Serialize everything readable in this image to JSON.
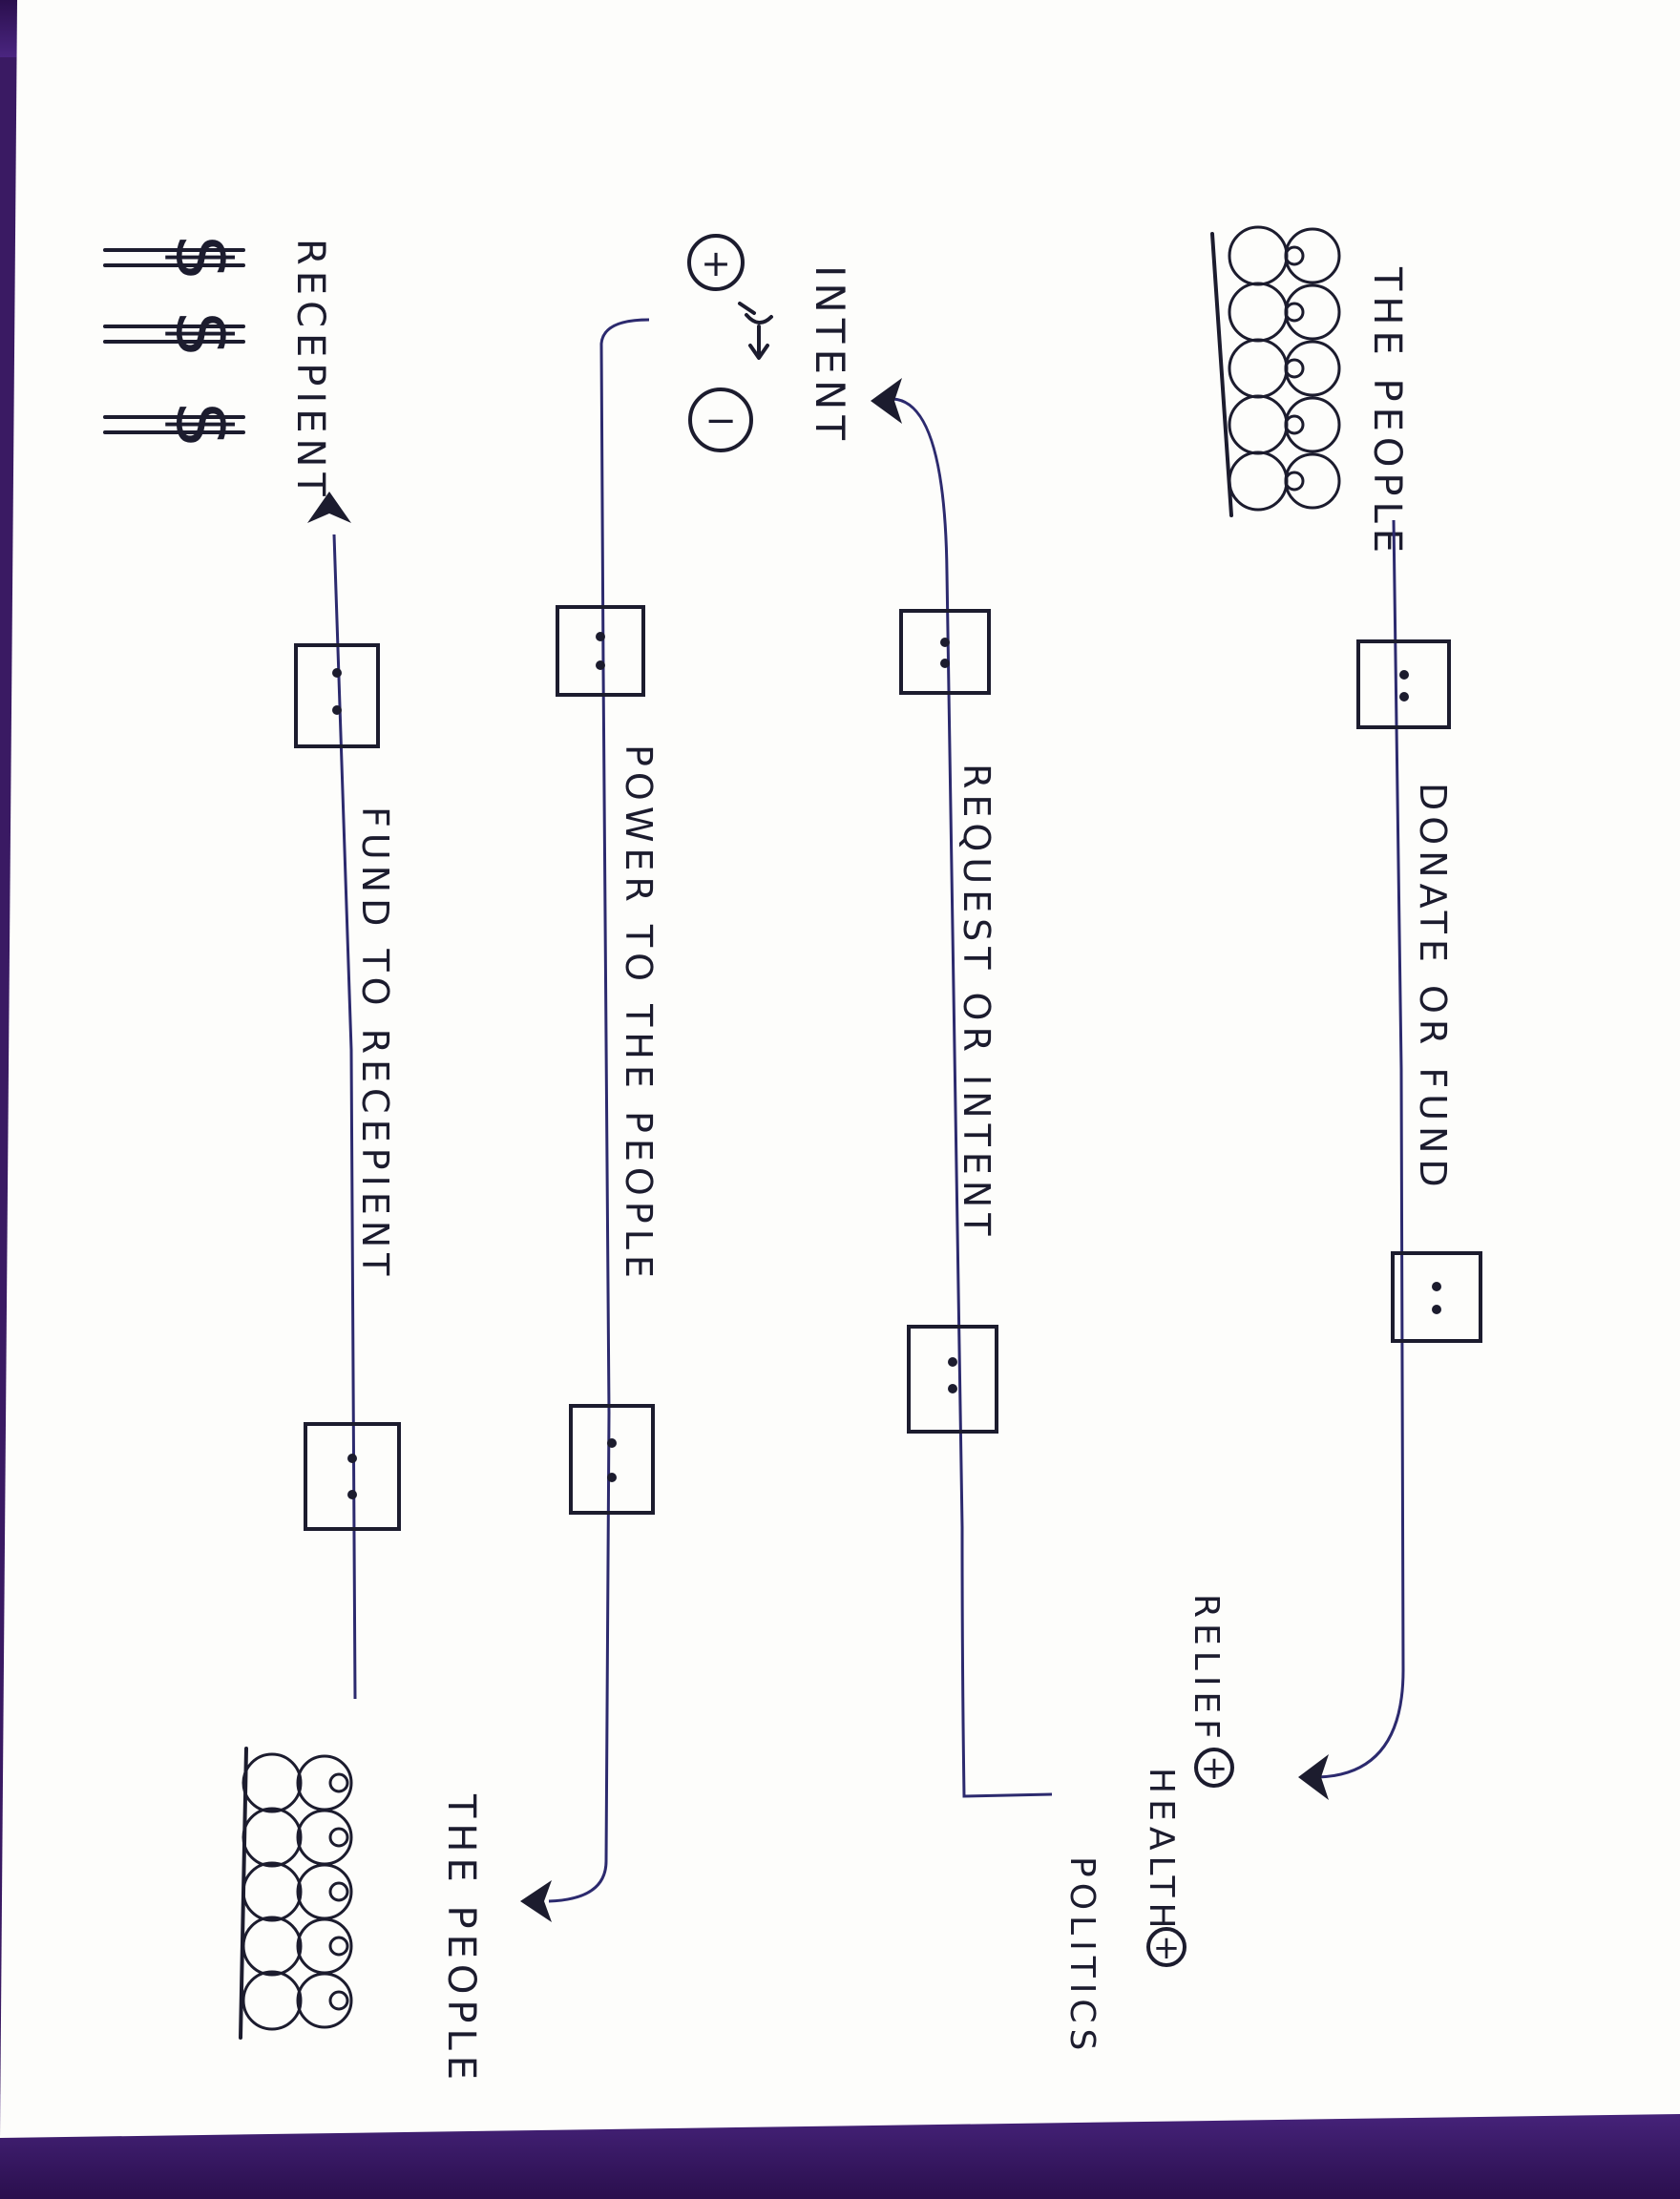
{
  "diagram": {
    "source_people_label": "THE PEOPLE",
    "intent_label": "INTENT",
    "recipient_label": "RECEPIENT",
    "target_people_label": "THE PEOPLE",
    "flows": {
      "donate": "DONATE  OR  FUND",
      "request": "REQUEST  OR  INTENT",
      "power": "POWER  TO  THE  PEOPLE",
      "fund": "FUND  TO  RECEPIENT"
    },
    "outcomes": {
      "relief": "RELIEF",
      "health": "HEALTH",
      "politics": "POLITICS"
    },
    "intent_signs": {
      "positive": "+",
      "negative": "−"
    },
    "outcome_sign": "+",
    "money": [
      "$",
      "$",
      "$"
    ]
  },
  "colors": {
    "ink": "#1c1c2e",
    "line": "#2c2a6e",
    "paper": "#fdfdfb",
    "background": "#3a1a63"
  }
}
